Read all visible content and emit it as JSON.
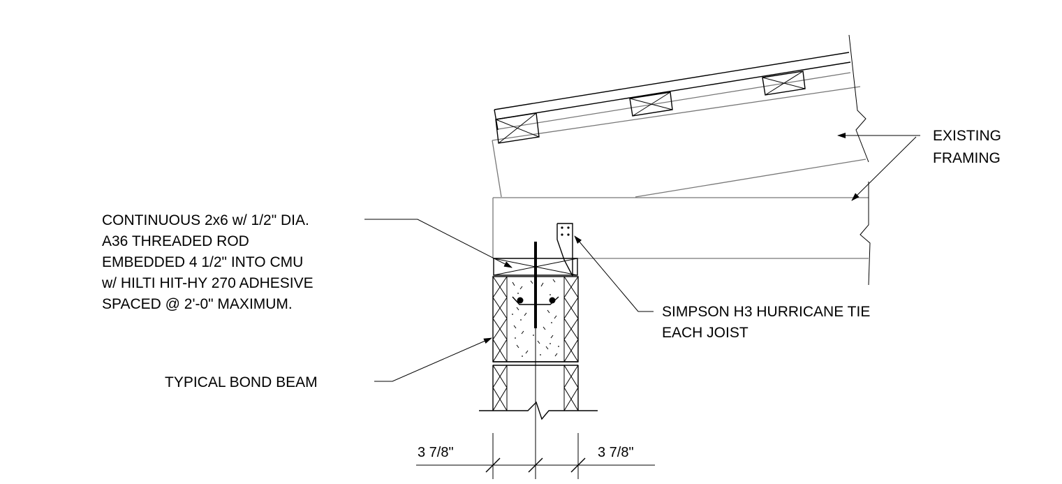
{
  "callouts": {
    "existing_framing": [
      "EXISTING",
      "FRAMING"
    ],
    "continuous_2x6": [
      "CONTINUOUS 2x6 w/ 1/2\" DIA.",
      "A36 THREADED ROD",
      "EMBEDDED 4 1/2\" INTO CMU",
      "w/ HILTI HIT-HY 270 ADHESIVE",
      "SPACED @ 2'-0\" MAXIMUM."
    ],
    "hurricane_tie": [
      "SIMPSON H3 HURRICANE TIE",
      "EACH JOIST"
    ],
    "bond_beam": "TYPICAL BOND BEAM"
  },
  "dimensions": {
    "left": "3 7/8\"",
    "right": "3 7/8\""
  },
  "colors": {
    "line": "#000000",
    "existing_line": "#777777",
    "background": "#ffffff"
  }
}
